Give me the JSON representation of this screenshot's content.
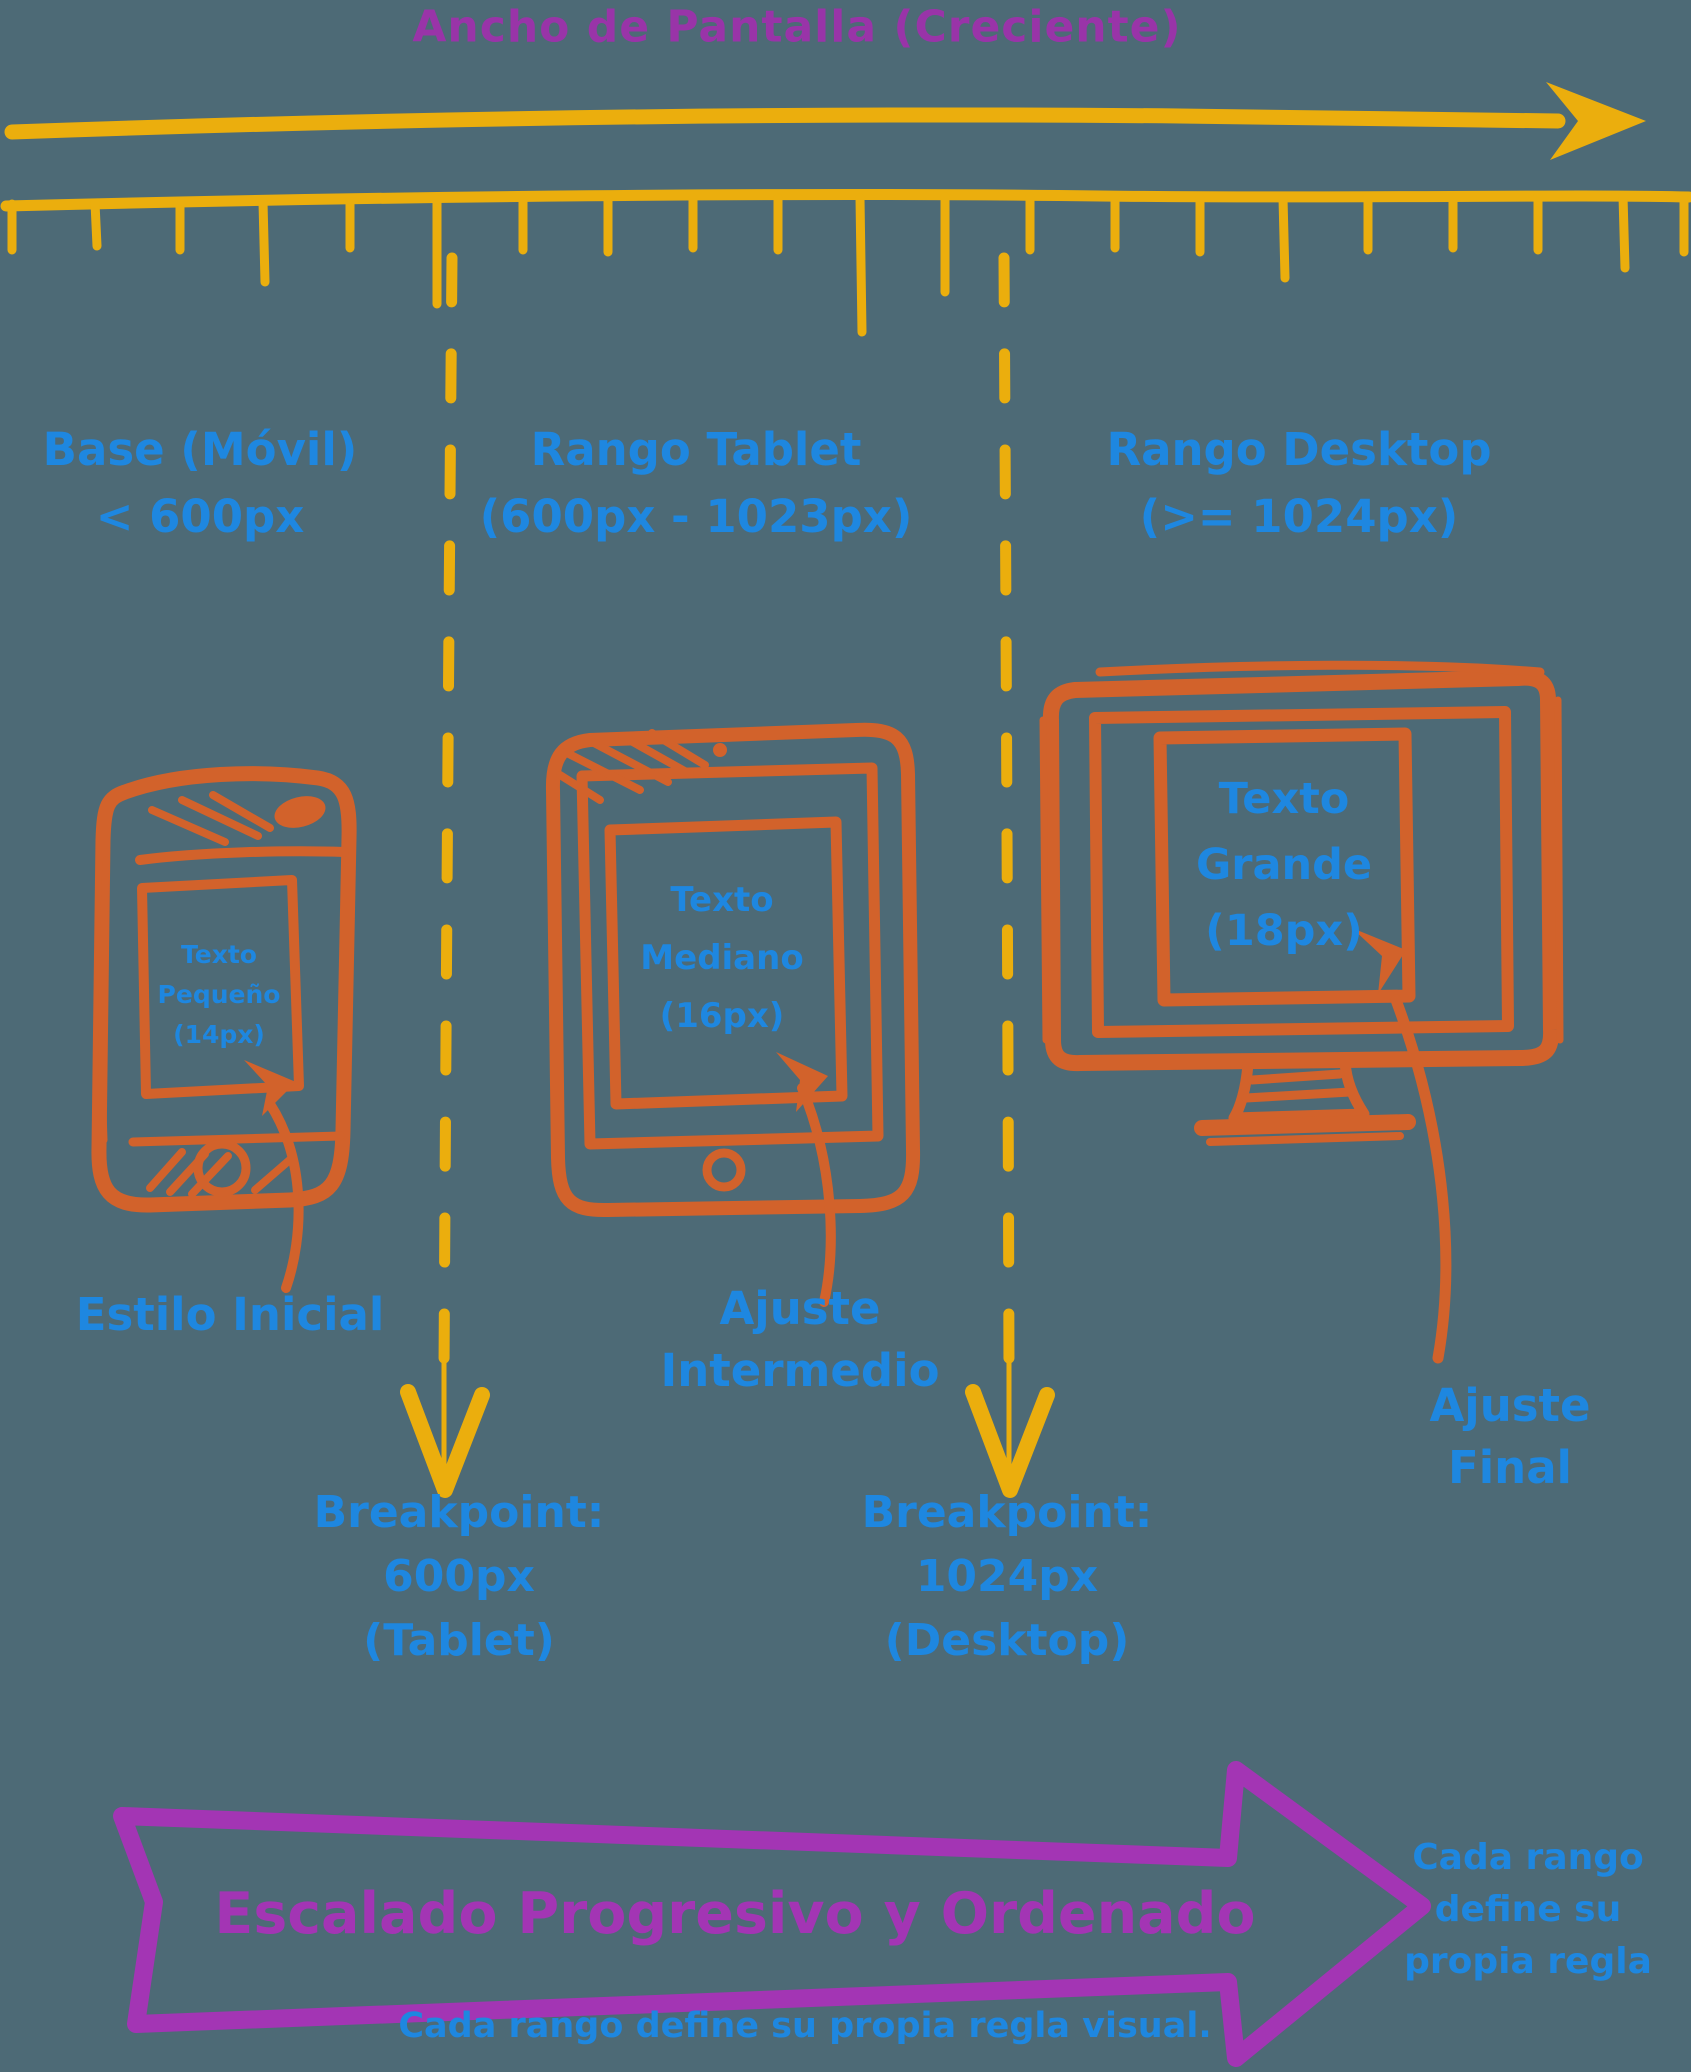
{
  "colors": {
    "background": "#4d6a76",
    "text_blue": "#1e87e0",
    "sketch_orange": "#d2622b",
    "axis_yellow": "#ebae0d",
    "title_purple": "#9934a8",
    "banner_purple": "#a335b4"
  },
  "header": {
    "title": "Ancho de Pantalla (Creciente)"
  },
  "ranges": [
    {
      "label": "Base (Móvil)",
      "range": "< 600px"
    },
    {
      "label": "Rango Tablet",
      "range": "(600px - 1023px)"
    },
    {
      "label": "Rango Desktop",
      "range": "(>= 1024px)"
    }
  ],
  "devices": {
    "phone": {
      "screen_lines": [
        "Texto",
        "Pequeño",
        "(14px)"
      ],
      "annotation_lines": [
        "Estilo Inicial"
      ]
    },
    "tablet": {
      "screen_lines": [
        "Texto",
        "Mediano",
        "(16px)"
      ],
      "annotation_lines": [
        "Ajuste",
        "Intermedio"
      ]
    },
    "desktop": {
      "screen_lines": [
        "Texto",
        "Grande",
        "(18px)"
      ],
      "annotation_lines": [
        "Ajuste",
        "Final"
      ]
    }
  },
  "breakpoints": [
    {
      "lines": [
        "Breakpoint:",
        "600px",
        "(Tablet)"
      ]
    },
    {
      "lines": [
        "Breakpoint:",
        "1024px",
        "(Desktop)"
      ]
    }
  ],
  "banner": {
    "title": "Escalado Progresivo y Ordenado",
    "caption": "Cada rango define su propia regla visual.",
    "side_note_lines": [
      "Cada rango",
      "define su",
      "propia regla"
    ]
  }
}
